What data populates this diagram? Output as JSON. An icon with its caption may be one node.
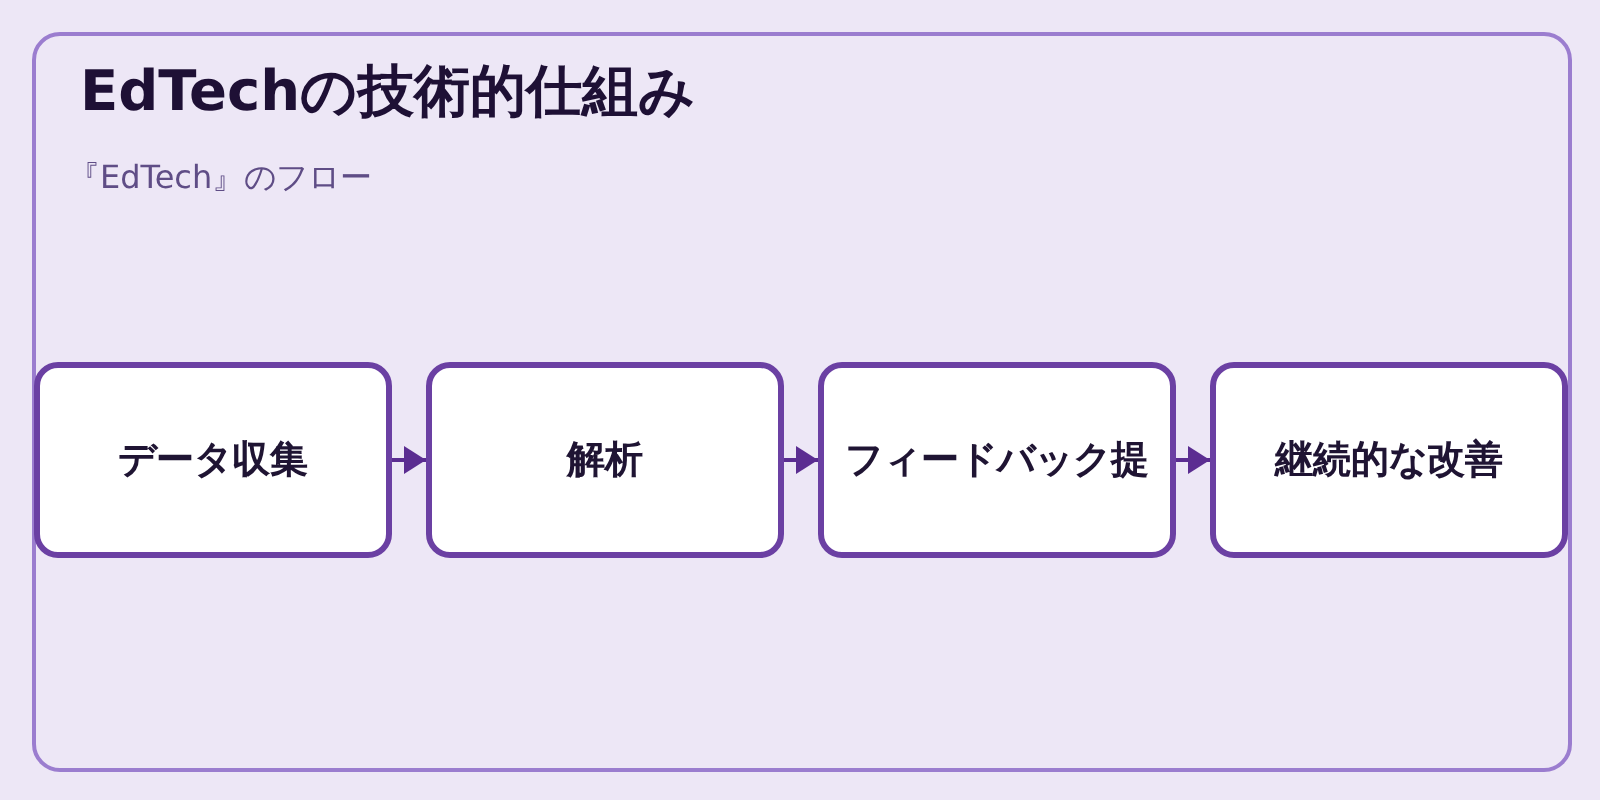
{
  "diagram": {
    "title": "EdTechの技術的仕組み",
    "labels": [
      "『EdTech』のフロー"
    ],
    "nodes": [
      {
        "text": [
          "データ収集"
        ]
      },
      {
        "text": [
          "解析"
        ]
      },
      {
        "text": [
          "フィードバック提"
        ]
      },
      {
        "text": [
          "継続的な改善"
        ]
      }
    ],
    "edges": [
      {
        "from": 0,
        "to": 1,
        "arrow": "to"
      },
      {
        "from": 1,
        "to": 2,
        "arrow": "to"
      },
      {
        "from": 2,
        "to": 3,
        "arrow": "to"
      }
    ]
  }
}
